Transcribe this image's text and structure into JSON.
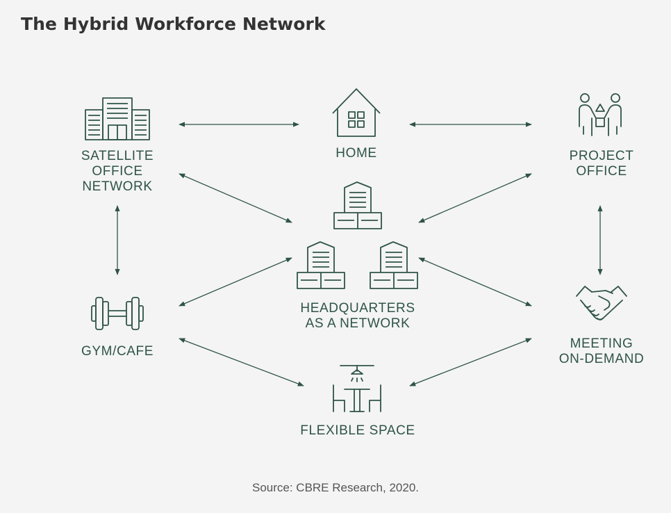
{
  "title": "The Hybrid Workforce Network",
  "source": "Source: CBRE Research, 2020.",
  "colors": {
    "accent": "#2f5446",
    "title": "#333333",
    "background": "#f4f4f4"
  },
  "nodes": {
    "satellite": {
      "label": "SATELLITE\nOFFICE\nNETWORK",
      "icon": "office-building-icon"
    },
    "home": {
      "label": "HOME",
      "icon": "house-icon"
    },
    "project": {
      "label": "PROJECT\nOFFICE",
      "icon": "people-meeting-icon"
    },
    "headquarters": {
      "label": "HEADQUARTERS\nAS A NETWORK",
      "icon": "skyscrapers-icon"
    },
    "gym": {
      "label": "GYM/CAFE",
      "icon": "dumbbell-icon"
    },
    "meeting": {
      "label": "MEETING\nON-DEMAND",
      "icon": "handshake-icon"
    },
    "flexible": {
      "label": "FLEXIBLE SPACE",
      "icon": "table-chairs-icon"
    }
  },
  "connections": [
    [
      "satellite",
      "home"
    ],
    [
      "home",
      "project"
    ],
    [
      "satellite",
      "gym"
    ],
    [
      "project",
      "meeting"
    ],
    [
      "satellite",
      "headquarters"
    ],
    [
      "project",
      "headquarters"
    ],
    [
      "gym",
      "headquarters"
    ],
    [
      "meeting",
      "headquarters"
    ],
    [
      "gym",
      "flexible"
    ],
    [
      "meeting",
      "flexible"
    ]
  ]
}
